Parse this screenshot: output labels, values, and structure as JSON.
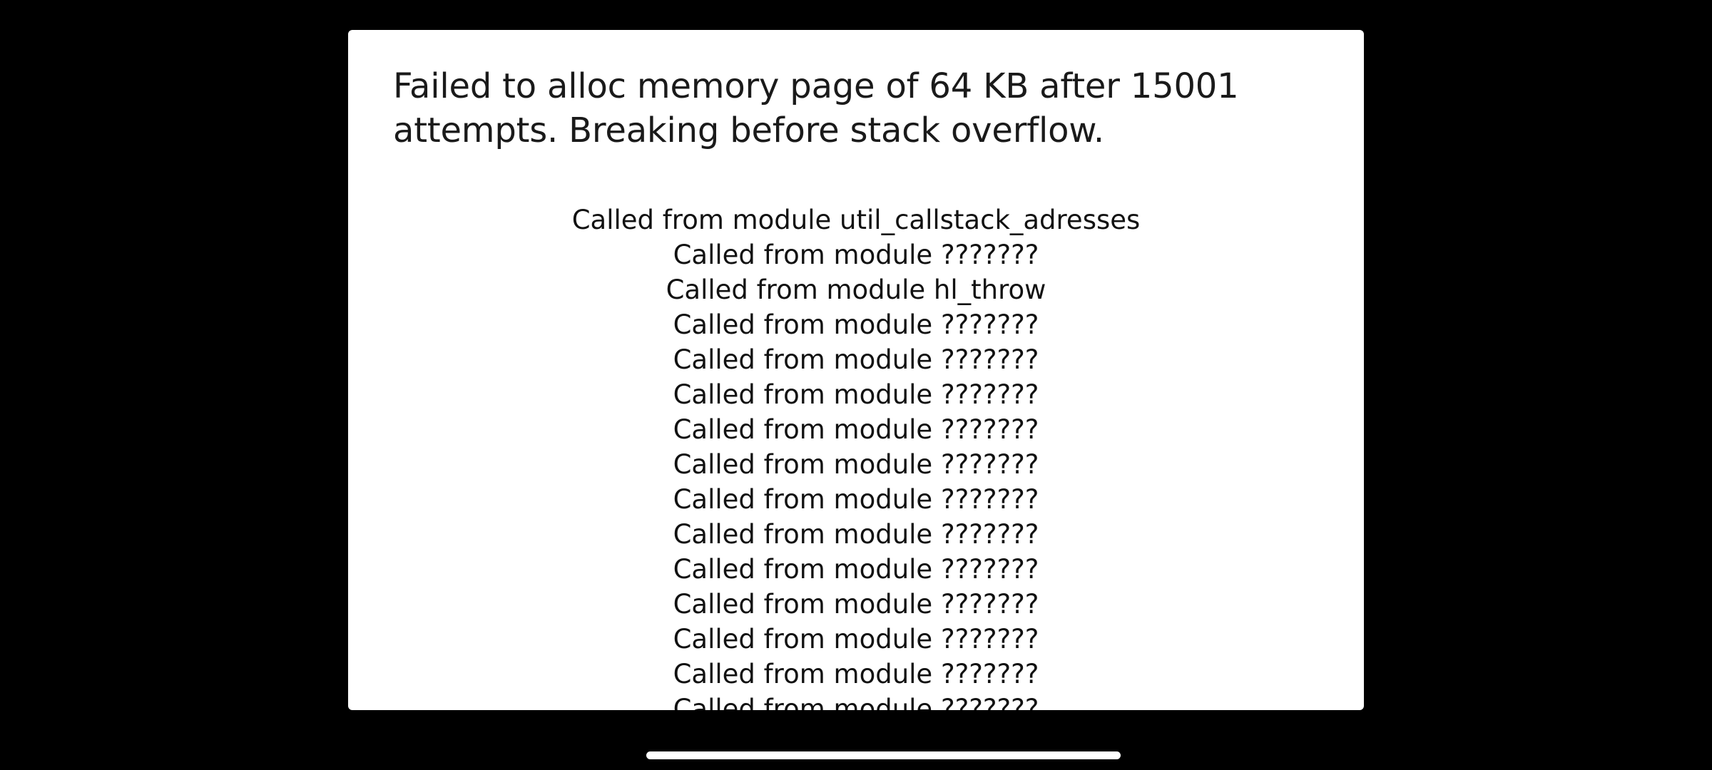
{
  "dialog": {
    "title": "Failed to alloc memory page of 64 KB after 15001 attempts. Breaking before stack overflow.",
    "callstack": [
      "Called from module util_callstack_adresses",
      "Called from module ???????",
      "Called from module hl_throw",
      "Called from module ???????",
      "Called from module ???????",
      "Called from module ???????",
      "Called from module ???????",
      "Called from module ???????",
      "Called from module ???????",
      "Called from module ???????",
      "Called from module ???????",
      "Called from module ???????",
      "Called from module ???????",
      "Called from module ???????",
      "Called from module ???????"
    ]
  },
  "colors": {
    "background": "#000000",
    "dialog_background": "#ffffff",
    "text": "#1a1a1a"
  }
}
